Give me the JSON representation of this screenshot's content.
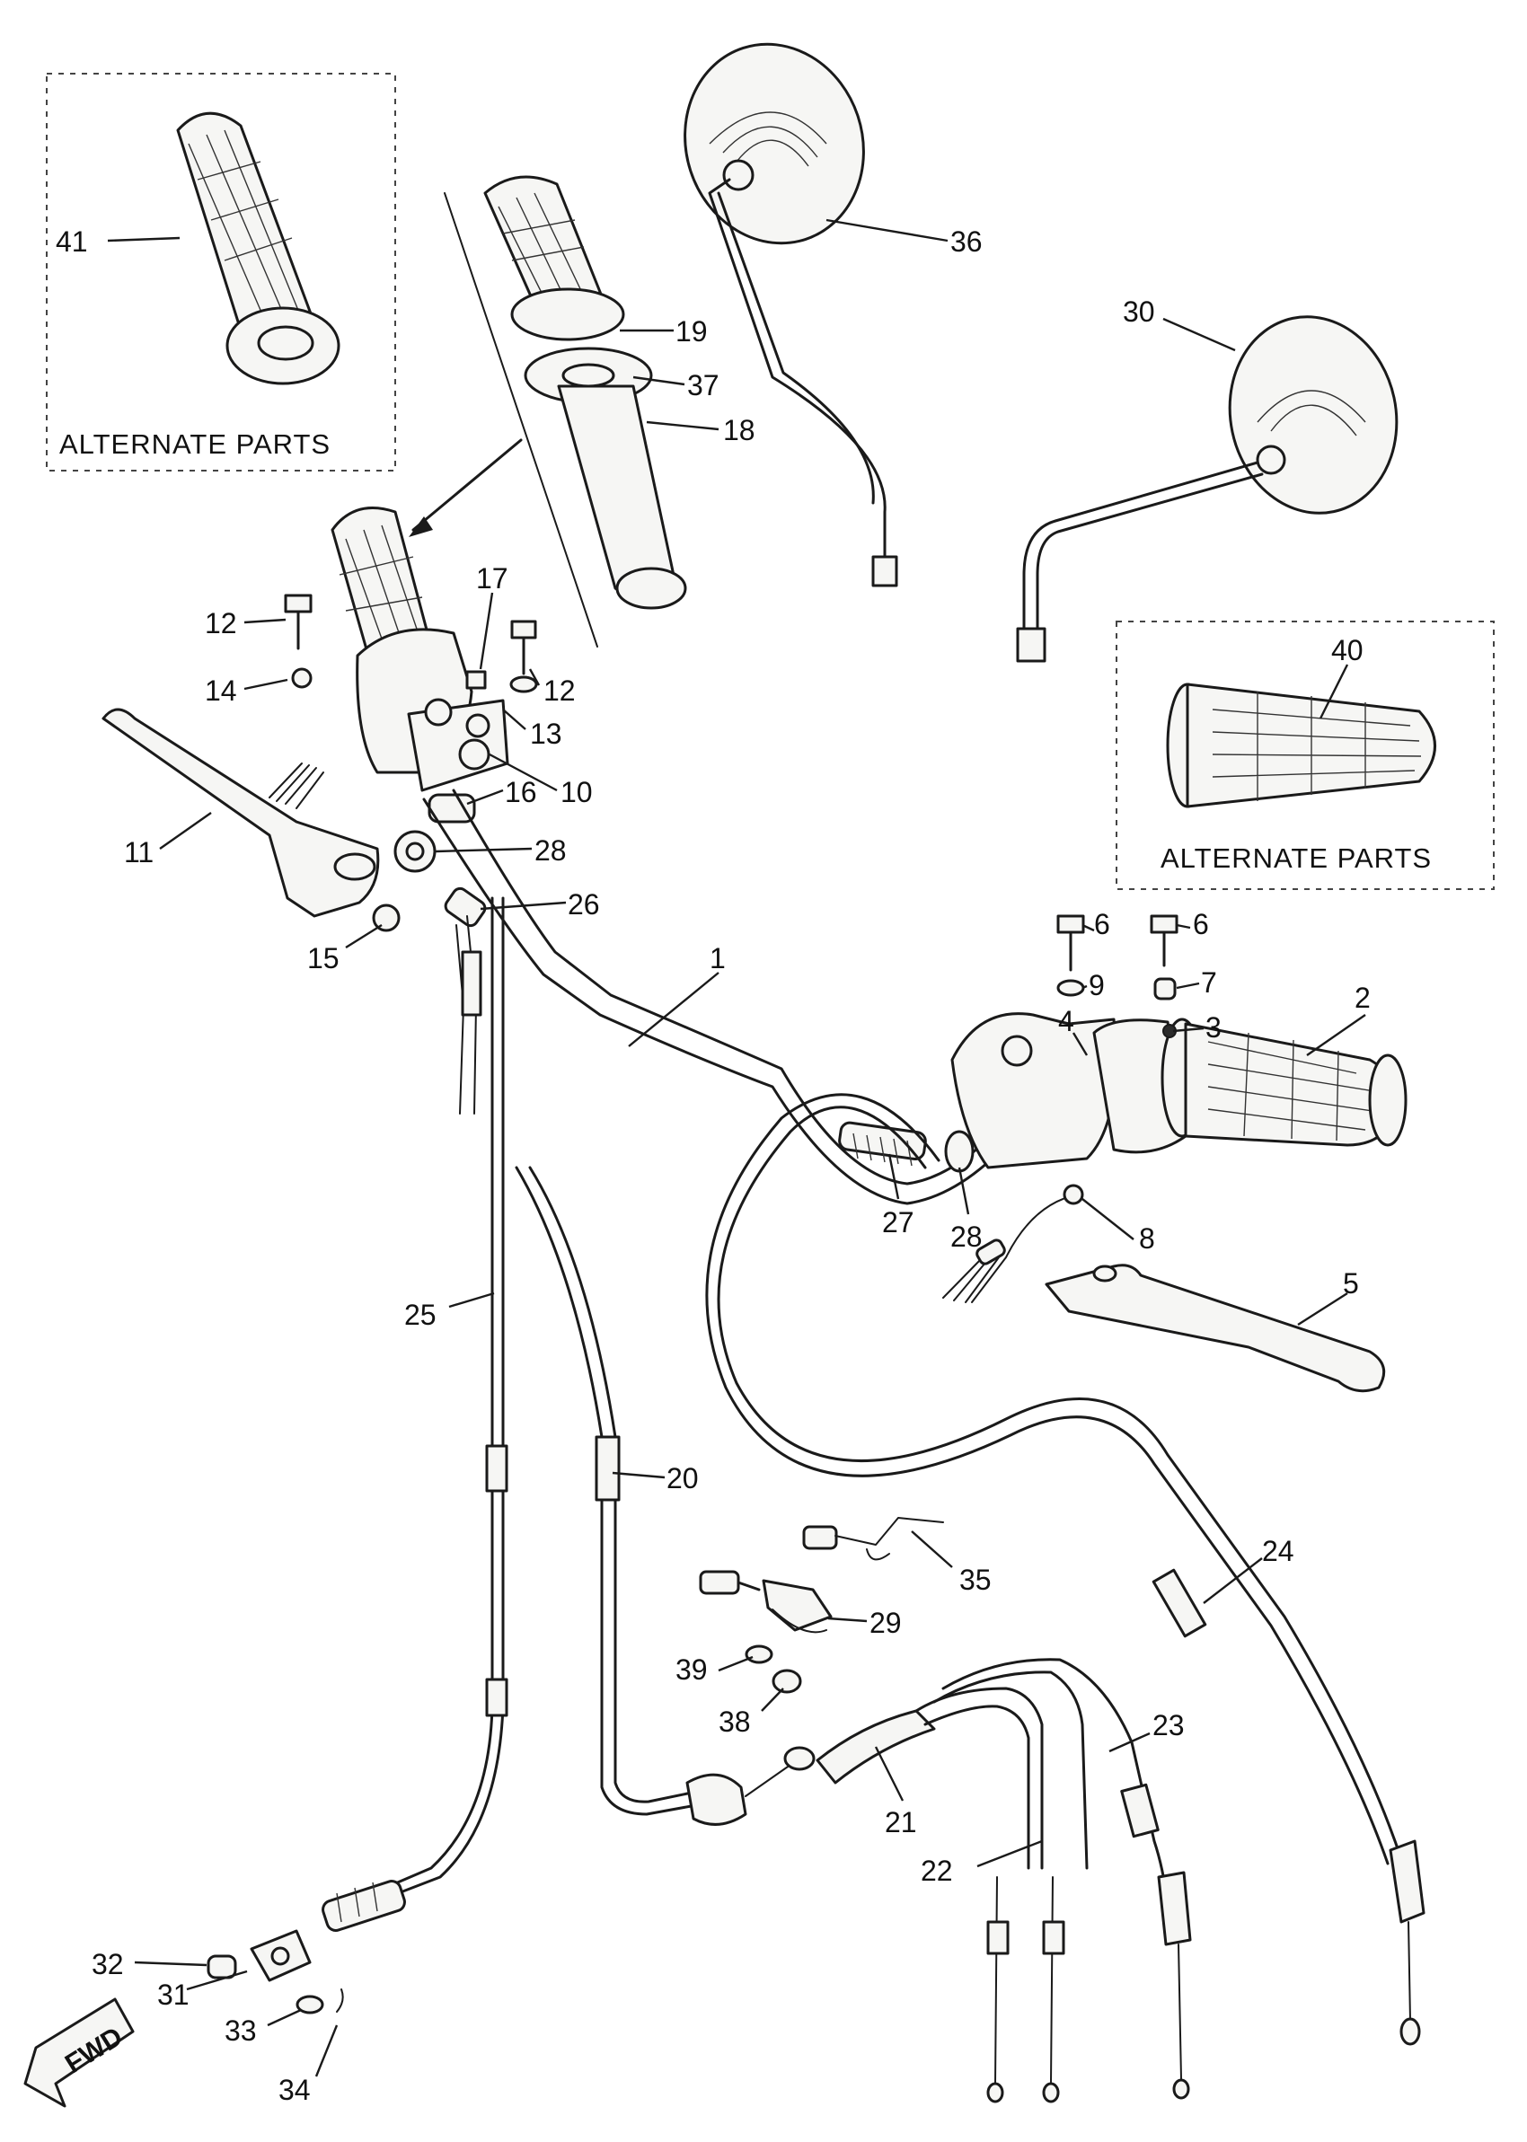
{
  "alternate_boxes": [
    {
      "label": "ALTERNATE   PARTS"
    },
    {
      "label": "ALTERNATE   PARTS"
    }
  ],
  "direction_marker": {
    "text": "FWD",
    "icon": "forward-arrow-icon"
  },
  "callouts": [
    "1",
    "2",
    "3",
    "4",
    "5",
    "6",
    "6",
    "7",
    "8",
    "9",
    "10",
    "11",
    "12",
    "12",
    "13",
    "14",
    "15",
    "16",
    "17",
    "18",
    "19",
    "20",
    "21",
    "22",
    "23",
    "24",
    "25",
    "26",
    "27",
    "28",
    "28",
    "29",
    "30",
    "31",
    "32",
    "33",
    "34",
    "35",
    "36",
    "37",
    "38",
    "39",
    "40",
    "41"
  ]
}
